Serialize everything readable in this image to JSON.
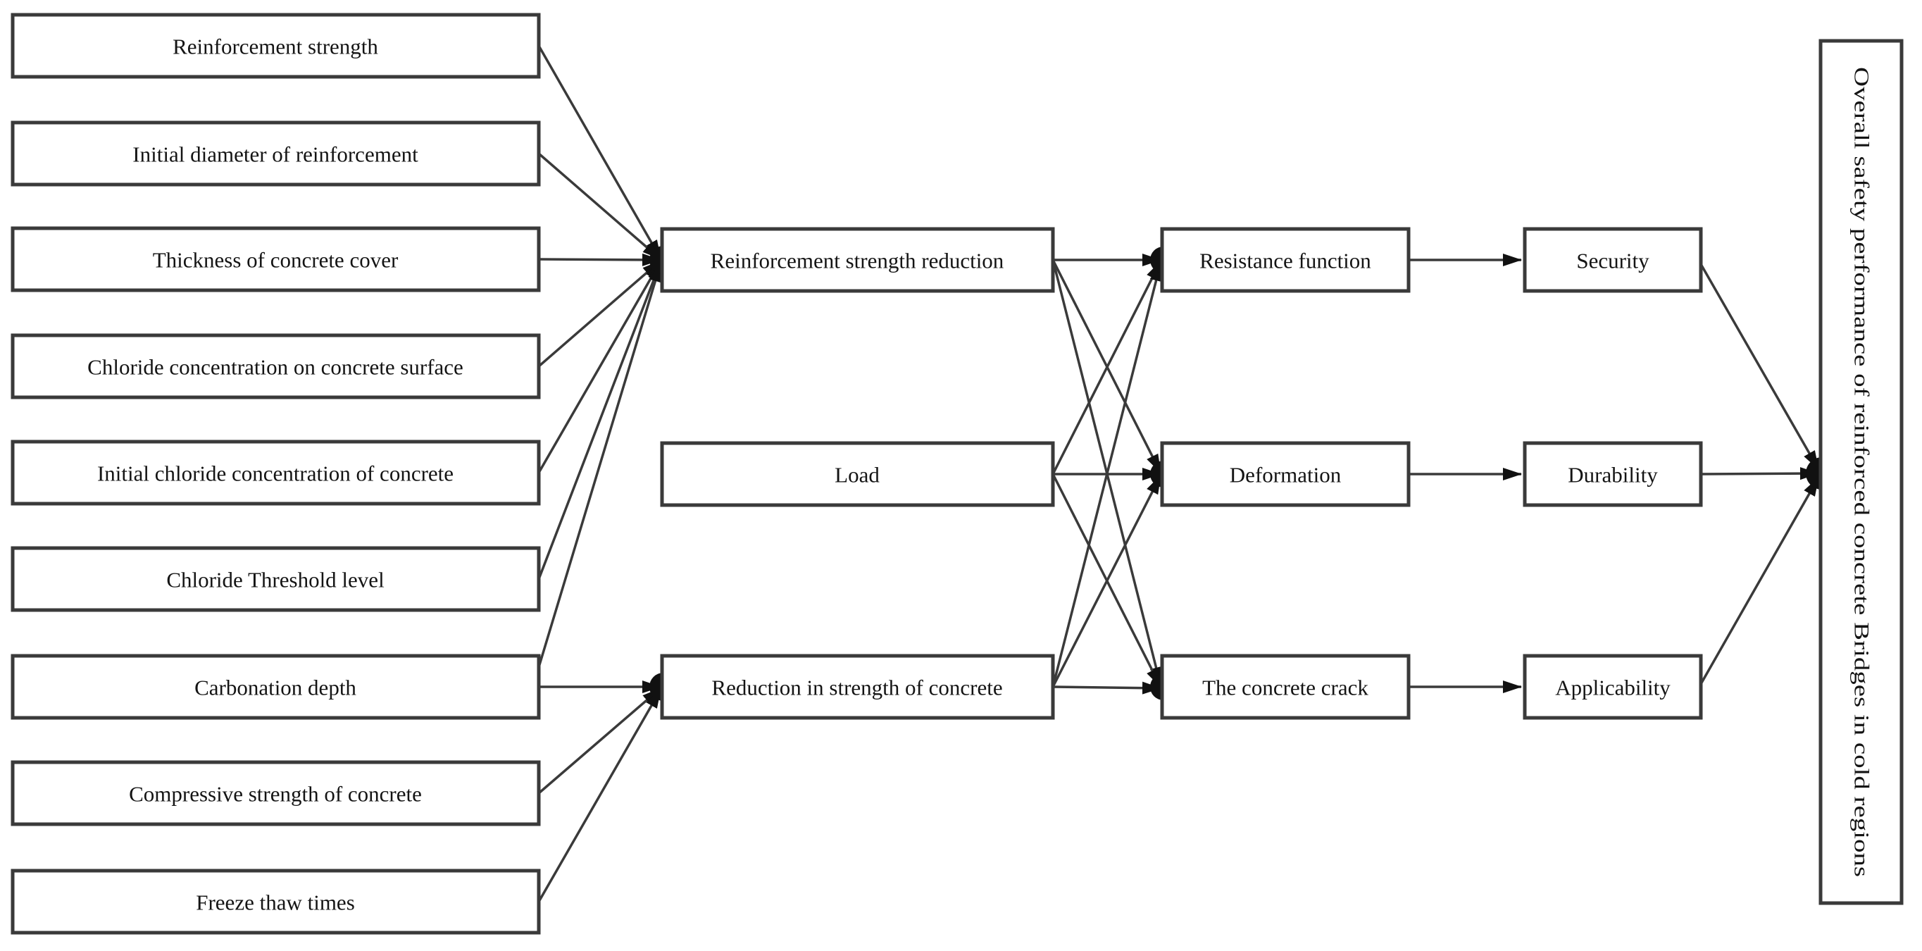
{
  "diagram": {
    "background_color": "#ffffff",
    "box_border_color": "#3a3a3a",
    "line_color": "#3a3a3a",
    "text_color": "#141414",
    "nodes": {
      "inputs": [
        {
          "id": "reinforcement-strength",
          "label": "Reinforcement strength"
        },
        {
          "id": "initial-diameter",
          "label": "Initial diameter of reinforcement"
        },
        {
          "id": "cover-thickness",
          "label": "Thickness of concrete cover"
        },
        {
          "id": "surface-chloride",
          "label": "Chloride concentration on concrete surface"
        },
        {
          "id": "initial-chloride",
          "label": "Initial chloride concentration of concrete"
        },
        {
          "id": "chloride-threshold",
          "label": "Chloride Threshold level"
        },
        {
          "id": "carbonation-depth",
          "label": "Carbonation depth"
        },
        {
          "id": "compressive-strength",
          "label": "Compressive strength of concrete"
        },
        {
          "id": "freeze-thaw",
          "label": "Freeze thaw times"
        }
      ],
      "intermediate": [
        {
          "id": "reinforcement-strength-reduction",
          "label": "Reinforcement strength reduction"
        },
        {
          "id": "load",
          "label": "Load"
        },
        {
          "id": "concrete-strength-reduction",
          "label": "Reduction in strength of concrete"
        }
      ],
      "responses": [
        {
          "id": "resistance-function",
          "label": "Resistance function"
        },
        {
          "id": "deformation",
          "label": "Deformation"
        },
        {
          "id": "concrete-crack",
          "label": "The concrete crack"
        }
      ],
      "criteria": [
        {
          "id": "security",
          "label": "Security"
        },
        {
          "id": "durability",
          "label": "Durability"
        },
        {
          "id": "applicability",
          "label": "Applicability"
        }
      ],
      "goal": {
        "id": "overall",
        "label": "Overall safety performance of reinforced concrete Bridges in cold regions"
      }
    },
    "edges": [
      {
        "from": "reinforcement-strength",
        "to": "reinforcement-strength-reduction"
      },
      {
        "from": "initial-diameter",
        "to": "reinforcement-strength-reduction"
      },
      {
        "from": "cover-thickness",
        "to": "reinforcement-strength-reduction"
      },
      {
        "from": "surface-chloride",
        "to": "reinforcement-strength-reduction"
      },
      {
        "from": "initial-chloride",
        "to": "reinforcement-strength-reduction"
      },
      {
        "from": "chloride-threshold",
        "to": "reinforcement-strength-reduction"
      },
      {
        "from": "carbonation-depth",
        "to": "reinforcement-strength-reduction"
      },
      {
        "from": "carbonation-depth",
        "to": "concrete-strength-reduction"
      },
      {
        "from": "compressive-strength",
        "to": "concrete-strength-reduction"
      },
      {
        "from": "freeze-thaw",
        "to": "concrete-strength-reduction"
      },
      {
        "from": "reinforcement-strength-reduction",
        "to": "resistance-function"
      },
      {
        "from": "reinforcement-strength-reduction",
        "to": "deformation"
      },
      {
        "from": "reinforcement-strength-reduction",
        "to": "concrete-crack"
      },
      {
        "from": "load",
        "to": "resistance-function"
      },
      {
        "from": "load",
        "to": "deformation"
      },
      {
        "from": "load",
        "to": "concrete-crack"
      },
      {
        "from": "concrete-strength-reduction",
        "to": "resistance-function"
      },
      {
        "from": "concrete-strength-reduction",
        "to": "deformation"
      },
      {
        "from": "concrete-strength-reduction",
        "to": "concrete-crack"
      },
      {
        "from": "resistance-function",
        "to": "security"
      },
      {
        "from": "deformation",
        "to": "durability"
      },
      {
        "from": "concrete-crack",
        "to": "applicability"
      },
      {
        "from": "security",
        "to": "overall"
      },
      {
        "from": "durability",
        "to": "overall"
      },
      {
        "from": "applicability",
        "to": "overall"
      }
    ]
  }
}
